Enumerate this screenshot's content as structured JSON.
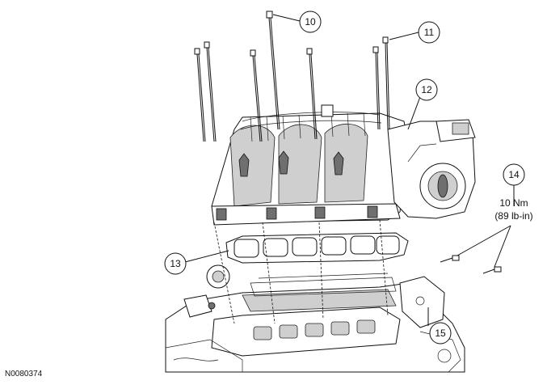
{
  "callouts": {
    "c10": "10",
    "c11": "11",
    "c12": "12",
    "c13": "13",
    "c14": "14",
    "c15": "15"
  },
  "torque": {
    "metric": "10 Nm",
    "imperial": "(89 lb-in)"
  },
  "figure_id": "N0080374"
}
